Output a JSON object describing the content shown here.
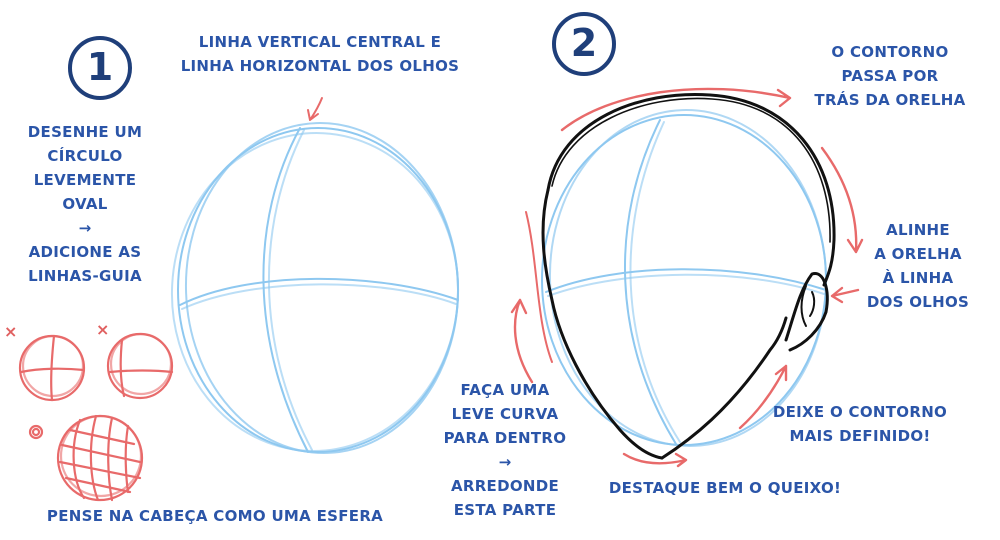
{
  "step1": {
    "number": "1",
    "top_note": [
      "LINHA VERTICAL CENTRAL E",
      "LINHA HORIZONTAL DOS OLHOS"
    ],
    "left_note": [
      "DESENHE UM",
      "CÍRCULO",
      "LEVEMENTE",
      "OVAL",
      "→",
      "ADICIONE AS",
      "LINHAS-GUIA"
    ],
    "bottom_note": "PENSE NA CABEÇA COMO UMA ESFERA",
    "wrong_marks": [
      "×",
      "×"
    ]
  },
  "step2": {
    "number": "2",
    "contour_note": [
      "O CONTORNO",
      "PASSA POR",
      "TRÁS DA ORELHA"
    ],
    "ear_note": [
      "ALINHE",
      "A ORELHA",
      "À LINHA",
      "DOS OLHOS"
    ],
    "curve_note": [
      "FAÇA UMA",
      "LEVE CURVA",
      "PARA DENTRO",
      "→",
      "ARREDONDE",
      "ESTA PARTE"
    ],
    "define_note": [
      "DEIXE O CONTORNO",
      "MAIS DEFINIDO!"
    ],
    "chin_note": "DESTAQUE BEM O QUEIXO!"
  },
  "colors": {
    "guide_blue": "#8ec8f0",
    "note_blue": "#2b55a8",
    "arrow_red": "#e86a6a",
    "ink": "#111111"
  }
}
